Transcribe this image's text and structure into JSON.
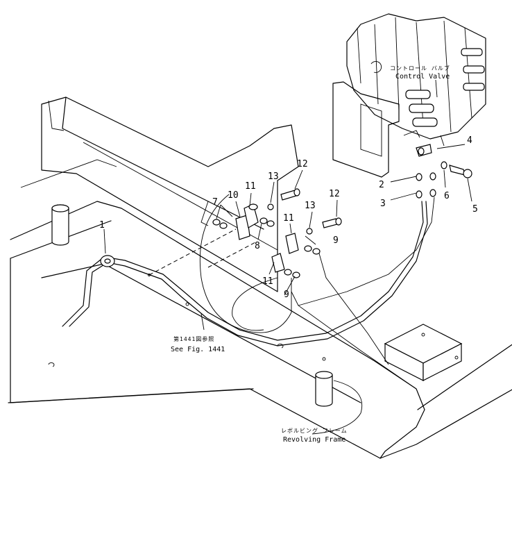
{
  "labels": {
    "control_valve_jp": "コントロール バルブ",
    "control_valve_en": "Control Valve",
    "see_fig_jp": "第1441図参照",
    "see_fig_en": "See Fig. 1441",
    "frame_jp": "レボルビング フレーム",
    "frame_en": "Revolving Frame"
  },
  "callouts": {
    "c1": "1",
    "c2": "2",
    "c3": "3",
    "c4": "4",
    "c5": "5",
    "c6": "6",
    "c7": "7",
    "c8": "8",
    "c9a": "9",
    "c9b": "9",
    "c10": "10",
    "c11a": "11",
    "c11b": "11",
    "c11c": "11",
    "c12a": "12",
    "c12b": "12",
    "c13a": "13",
    "c13b": "13"
  }
}
